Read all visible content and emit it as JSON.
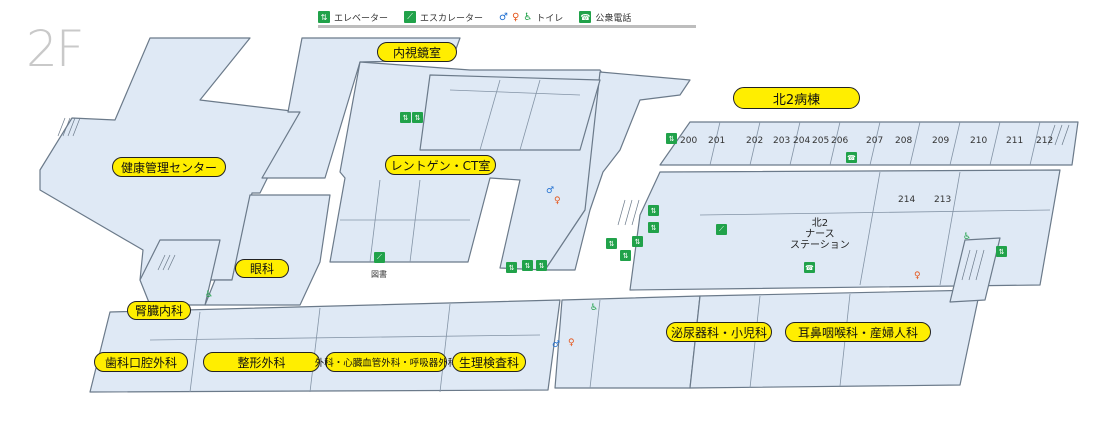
{
  "floor": "2F",
  "legend": {
    "items": [
      {
        "icon": "elevator-icon",
        "label": "エレベーター"
      },
      {
        "icon": "escalator-icon",
        "label": "エスカレーター"
      },
      {
        "icon": "toilet-icon",
        "label": "トイレ"
      },
      {
        "icon": "phone-icon",
        "label": "公衆電話"
      }
    ]
  },
  "departments": {
    "endoscopy": "内視鏡室",
    "ward": "北2病棟",
    "health": "健康管理センター",
    "xray": "レントゲン・CT室",
    "eye": "眼科",
    "kidney": "腎臓内科",
    "dental": "歯科口腔外科",
    "ortho": "整形外科",
    "surgery": "外科・心臓血管外科・呼吸器外科",
    "lab": "生理検査科",
    "urology": "泌尿器科・小児科",
    "ent": "耳鼻咽喉科・産婦人科"
  },
  "rooms": [
    "200",
    "201",
    "202",
    "203",
    "204",
    "205",
    "206",
    "207",
    "208",
    "209",
    "210",
    "211",
    "212",
    "214",
    "213"
  ],
  "station": {
    "line1": "北2",
    "line2": "ナース",
    "line3": "ステーション"
  },
  "library": "図書",
  "colors": {
    "floor": "#dfe9f5",
    "wall": "#6b7a8a",
    "label": "#ffee00",
    "icon": "#21a24a"
  }
}
